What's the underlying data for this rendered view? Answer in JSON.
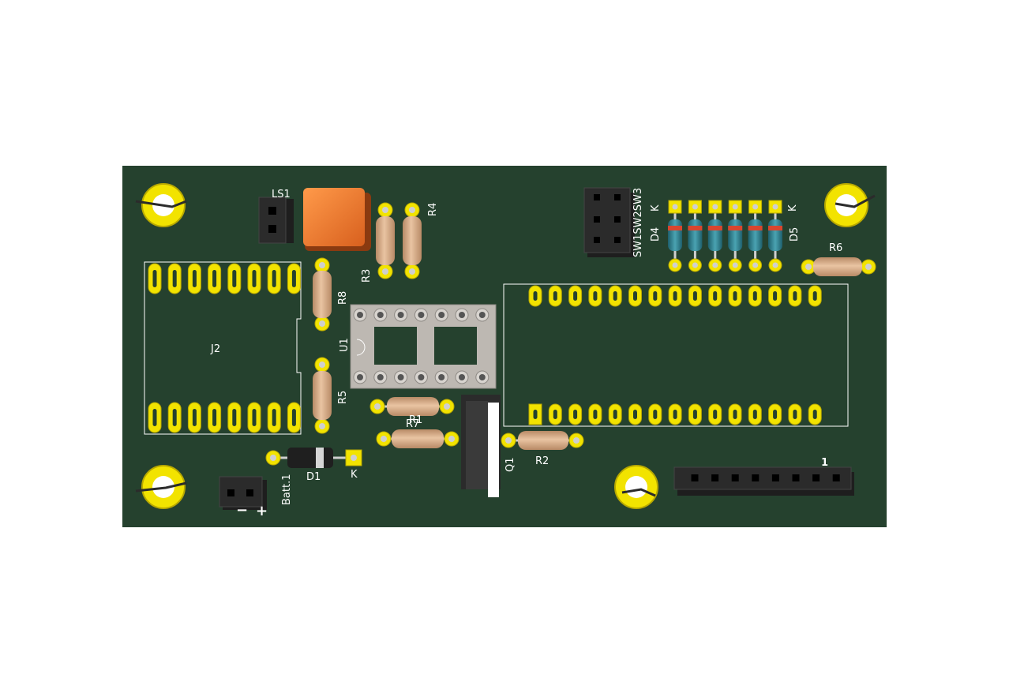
{
  "board": {
    "colors": {
      "background": "#ffffff",
      "pcb": "#25412e",
      "silk": "#ffffff",
      "pad": "#f2e300",
      "pad_edge": "#b8a800",
      "resistor_body": "#d9b08c",
      "diode_blue": "#2a7f8e",
      "diode_band": "#d9452e",
      "header_black": "#2b2b2b",
      "buzzer_orange": "#f07f2f",
      "ic_socket": "#b9b5b0"
    },
    "refs": {
      "ls1": "LS1",
      "r3": "R3",
      "r4": "R4",
      "r8": "R8",
      "r5": "R5",
      "r1": "R1",
      "r7": "R7",
      "r2": "R2",
      "r6": "R6",
      "j2": "J2",
      "u1": "U1",
      "q1": "Q1",
      "d1": "D1",
      "d4": "D4",
      "d5": "D5",
      "k": "K",
      "batt": "Batt.1",
      "minus": "−",
      "plus": "+",
      "sw": "SW1SW2SW3",
      "pin1": "1"
    }
  }
}
